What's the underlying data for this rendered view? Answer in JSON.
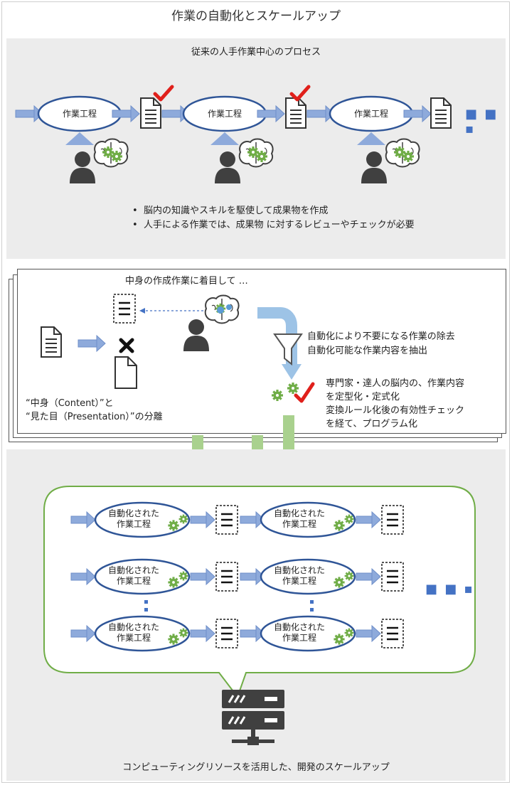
{
  "title": "作業の自動化とスケールアップ",
  "section1": {
    "heading": "従来の人手作業中心のプロセス",
    "process_label": "作業工程",
    "bullets": [
      "脳内の知識やスキルを駆使して成果物を作成",
      "人手による作業では、成果物 に対するレビューやチェックが必要"
    ]
  },
  "section2": {
    "heading": "中身の作成作業に着目して …",
    "separation_line1": "“中身（Content）”と",
    "separation_line2": "“見た目（Presentation）”の分離",
    "filter_line1": "自動化により不要になる作業の除去",
    "filter_line2": "自動化可能な作業内容を抽出",
    "expert_lines": [
      "専門家・達人の脳内の、作業内容",
      "を定型化・定式化",
      "変換ルール化後の有効性チェック",
      "を経て、プログラム化"
    ]
  },
  "section3": {
    "auto_label_line1": "自動化された",
    "auto_label_line2": "作業工程",
    "caption": "コンピューティングリソースを活用した、開発のスケールアップ"
  },
  "colors": {
    "arrow_blue": "#8eaadb",
    "ellipse_border": "#2f5597",
    "gear_green": "#70ad47",
    "gear_blue": "#5b9bd5",
    "check_red": "#e0201b",
    "bubble_border": "#70ad47",
    "person_gray": "#404040"
  }
}
